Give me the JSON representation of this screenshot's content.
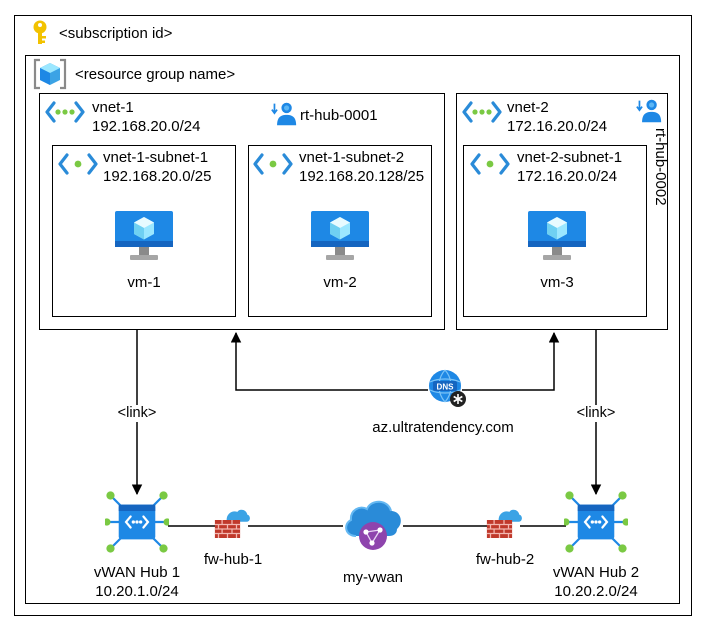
{
  "subscription": {
    "label": "<subscription id>",
    "icon": "key-icon"
  },
  "resource_group": {
    "label": "<resource group name>",
    "icon": "resource-group-cube-icon"
  },
  "vnet1": {
    "name": "vnet-1",
    "cidr": "192.168.20.0/24",
    "route_table": "rt-hub-0001",
    "subnets": [
      {
        "name": "vnet-1-subnet-1",
        "cidr": "192.168.20.0/25",
        "vm": "vm-1"
      },
      {
        "name": "vnet-1-subnet-2",
        "cidr": "192.168.20.128/25",
        "vm": "vm-2"
      }
    ]
  },
  "vnet2": {
    "name": "vnet-2",
    "cidr": "172.16.20.0/24",
    "route_table": "rt-hub-0002",
    "subnets": [
      {
        "name": "vnet-2-subnet-1",
        "cidr": "172.16.20.0/24",
        "vm": "vm-3"
      }
    ]
  },
  "dns": {
    "label": "az.ultratendency.com",
    "icon": "dns-zone-icon"
  },
  "links": {
    "left": "<link>",
    "right": "<link>"
  },
  "hub1": {
    "name": "vWAN Hub 1",
    "cidr": "10.20.1.0/24",
    "firewall": "fw-hub-1"
  },
  "hub2": {
    "name": "vWAN Hub 2",
    "cidr": "10.20.2.0/24",
    "firewall": "fw-hub-2"
  },
  "vwan": {
    "name": "my-vwan",
    "icon": "virtual-wan-cloud-icon"
  },
  "colors": {
    "azure_blue": "#1E88E5",
    "green": "#7AC943",
    "firewall_red": "#C0392B"
  }
}
